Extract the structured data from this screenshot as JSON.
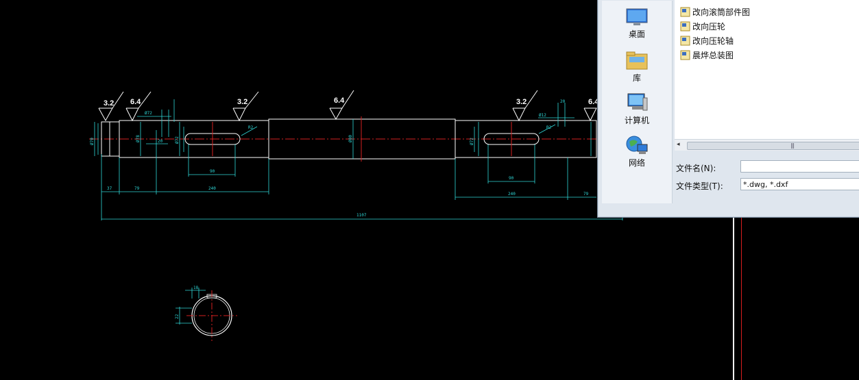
{
  "drawing": {
    "roughness_marks": [
      "3.2",
      "6.4",
      "3.2",
      "6.4",
      "3.2",
      "6.4"
    ],
    "dims": {
      "left_dia": "Ø70",
      "left_dia2": "Ø72",
      "shoulder_dia": "Ø78",
      "keyway_left": "Ø72",
      "keyway_len": "90",
      "key_r": "R2",
      "key_w": "20",
      "seg_37": "37",
      "seg_79": "79",
      "seg_240": "240",
      "overall": "1107",
      "center_dia": "Ø80",
      "right_dia": "Ø72",
      "right_seg_240": "240",
      "right_seg_79": "79",
      "right_keyway_len": "90",
      "right_key_w": "20",
      "right_r": "R2",
      "right_12": "Ø12",
      "section_w": "18",
      "section_h": "22"
    }
  },
  "dialog": {
    "places": [
      {
        "label": "桌面",
        "icon": "desktop-icon"
      },
      {
        "label": "库",
        "icon": "library-icon"
      },
      {
        "label": "计算机",
        "icon": "computer-icon"
      },
      {
        "label": "网络",
        "icon": "network-icon"
      }
    ],
    "files": [
      "改向滚筒部件图",
      "改向压轮",
      "改向压轮轴",
      "晨烨总装图"
    ],
    "scroll_grip": "|||",
    "filename_label": "文件名(N):",
    "filename_value": "",
    "filetype_label": "文件类型(T):",
    "filetype_value": "*.dwg, *.dxf"
  }
}
